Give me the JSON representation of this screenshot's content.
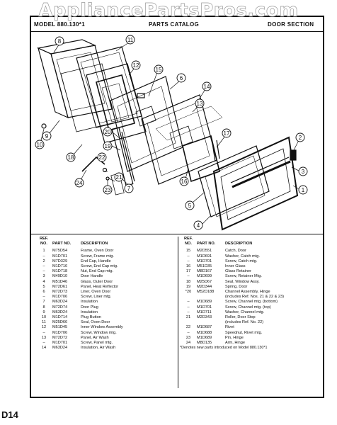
{
  "watermark": "AppliancePartsPros.com",
  "header": {
    "left": "MODEL 880.130*1",
    "center": "PARTS CATALOG",
    "right": "DOOR SECTION"
  },
  "callouts": [
    "1",
    "2",
    "3",
    "4",
    "5",
    "6",
    "7",
    "8",
    "9",
    "10",
    "11",
    "12",
    "13",
    "14",
    "15",
    "16",
    "17",
    "18",
    "19",
    "20",
    "21",
    "22",
    "23",
    "24"
  ],
  "table": {
    "headers": {
      "ref": "REF.\nNO.",
      "part": "PART NO.",
      "desc": "DESCRIPTION"
    },
    "left_rows": [
      {
        "ref": "1",
        "part": "M75D54",
        "desc": "Frame, Oven Door"
      },
      {
        "ref": "–",
        "part": "M1D701",
        "desc": "Screw, Frame mtg."
      },
      {
        "ref": "2",
        "part": "M7D329",
        "desc": "End Cap, Handle"
      },
      {
        "ref": "–",
        "part": "M1D716",
        "desc": "Screw, End Cap mtg."
      },
      {
        "ref": "–",
        "part": "M1D718",
        "desc": "Nut, End Cap mtg."
      },
      {
        "ref": "3",
        "part": "M49D10",
        "desc": "Door Handle"
      },
      {
        "ref": "4",
        "part": "M51D46",
        "desc": "Glass, Outer Door"
      },
      {
        "ref": "5",
        "part": "M72D61",
        "desc": "Panel, Heat Reflector"
      },
      {
        "ref": "6",
        "part": "M72D73",
        "desc": "Liner, Oven Door"
      },
      {
        "ref": "–",
        "part": "M1D706",
        "desc": "Screw, Liner mtg."
      },
      {
        "ref": "7",
        "part": "M63D24",
        "desc": "Insulation"
      },
      {
        "ref": "8",
        "part": "M72D74",
        "desc": "Door Plug"
      },
      {
        "ref": "9",
        "part": "M63D24",
        "desc": "Insulation"
      },
      {
        "ref": "10",
        "part": "M1D714",
        "desc": "Plug Button"
      },
      {
        "ref": "11",
        "part": "M25D66",
        "desc": "Seal, Oven Door"
      },
      {
        "ref": "12",
        "part": "M51D45",
        "desc": "Inner Window Assembly"
      },
      {
        "ref": "–",
        "part": "M1D706",
        "desc": "Screw, Window mtg."
      },
      {
        "ref": "13",
        "part": "M72D72",
        "desc": "Panel, Air Wash"
      },
      {
        "ref": "–",
        "part": "M1D701",
        "desc": "Screw, Panel mtg."
      },
      {
        "ref": "14",
        "part": "M63D24",
        "desc": "Insulation, Air Wash"
      }
    ],
    "right_rows": [
      {
        "ref": "15",
        "part": "M2D551",
        "desc": "Catch, Door"
      },
      {
        "ref": "–",
        "part": "M1D691",
        "desc": "Washer, Catch mtg."
      },
      {
        "ref": "–",
        "part": "M1D701",
        "desc": "Screw, Catch mtg."
      },
      {
        "ref": "16",
        "part": "M51D35",
        "desc": "Inner Glass"
      },
      {
        "ref": "17",
        "part": "M8D167",
        "desc": "Glass Retainer"
      },
      {
        "ref": "–",
        "part": "M1D699",
        "desc": "Screw, Retainer Mtg."
      },
      {
        "ref": "18",
        "part": "M25D67",
        "desc": "Seal, Window Assy."
      },
      {
        "ref": "19",
        "part": "M2D344",
        "desc": "Spring, Door"
      },
      {
        "ref": "*20",
        "part": "M52D188",
        "desc": "Channel Assembly, Hinge"
      },
      {
        "ref": "",
        "part": "",
        "desc": "(includes Ref. Nos. 21 & 22 & 23)"
      },
      {
        "ref": "–",
        "part": "M1D689",
        "desc": "Screw, Channel mtg. (bottom)"
      },
      {
        "ref": "–",
        "part": "M1D701",
        "desc": "Screw, Channel mtg. (top)"
      },
      {
        "ref": "–",
        "part": "M1D711",
        "desc": "Washer, Channel mtg."
      },
      {
        "ref": "21",
        "part": "M2D343",
        "desc": "Roller, Door Stop"
      },
      {
        "ref": "",
        "part": "",
        "desc": "(includes Ref. No. 22)"
      },
      {
        "ref": "22",
        "part": "M1D687",
        "desc": "Rivet"
      },
      {
        "ref": "–",
        "part": "M1D688",
        "desc": "Speednut, Rivet mtg."
      },
      {
        "ref": "23",
        "part": "M1D689",
        "desc": "Pin, Hinge"
      },
      {
        "ref": "24",
        "part": "M8D135",
        "desc": "Arm, Hinge"
      }
    ],
    "footnote": "*Denotes new parts introduced on Model 880.130*1"
  },
  "page_label": "D14"
}
